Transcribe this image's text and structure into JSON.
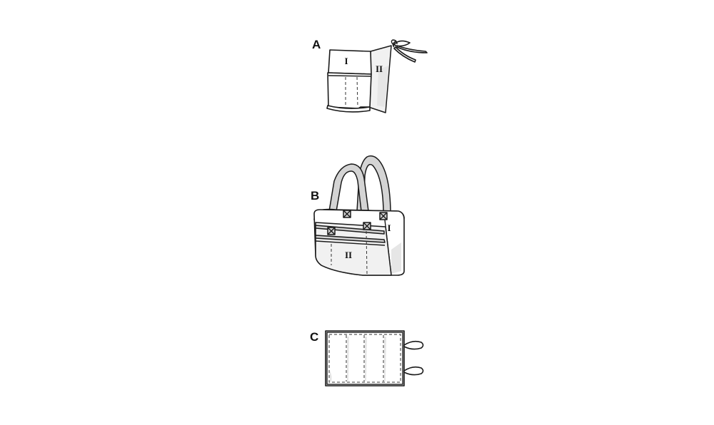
{
  "views": [
    {
      "label": "A",
      "parts": [
        "I",
        "II"
      ]
    },
    {
      "label": "B",
      "parts": [
        "I",
        "II"
      ]
    },
    {
      "label": "C",
      "parts": []
    }
  ]
}
